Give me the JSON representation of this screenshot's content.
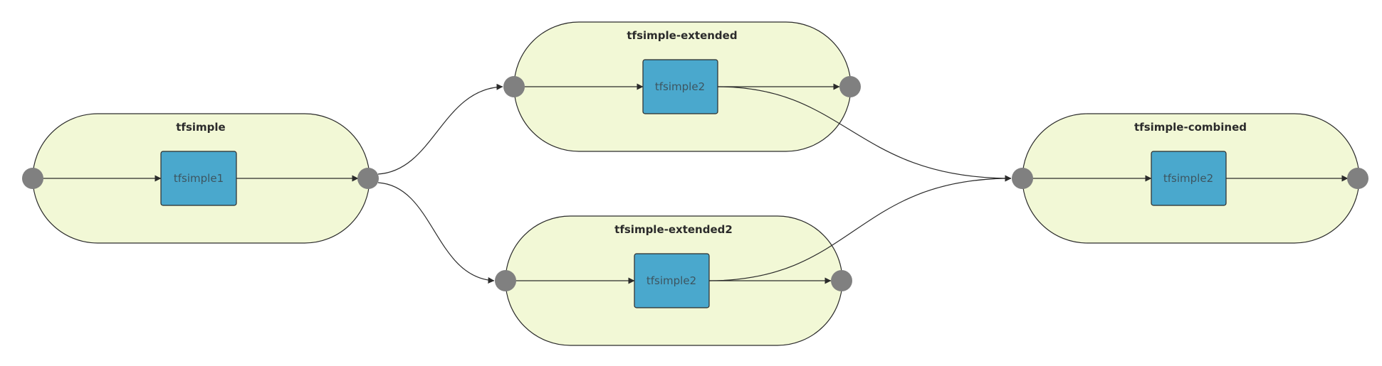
{
  "diagram": {
    "colors": {
      "group_fill": "#f2f8d6",
      "task_fill": "#4aa8cd",
      "port_fill": "#808080",
      "line": "#2b2b2b"
    },
    "groups": [
      {
        "id": "tfsimple",
        "title": "tfsimple",
        "task": "tfsimple1"
      },
      {
        "id": "tfsimple-extended",
        "title": "tfsimple-extended",
        "task": "tfsimple2"
      },
      {
        "id": "tfsimple-extended2",
        "title": "tfsimple-extended2",
        "task": "tfsimple2"
      },
      {
        "id": "tfsimple-combined",
        "title": "tfsimple-combined",
        "task": "tfsimple2"
      }
    ],
    "connections": [
      {
        "from": "tfsimple",
        "to": "tfsimple-extended"
      },
      {
        "from": "tfsimple",
        "to": "tfsimple-extended2"
      },
      {
        "from": "tfsimple-extended",
        "to": "tfsimple-combined"
      },
      {
        "from": "tfsimple-extended2",
        "to": "tfsimple-combined"
      }
    ]
  }
}
